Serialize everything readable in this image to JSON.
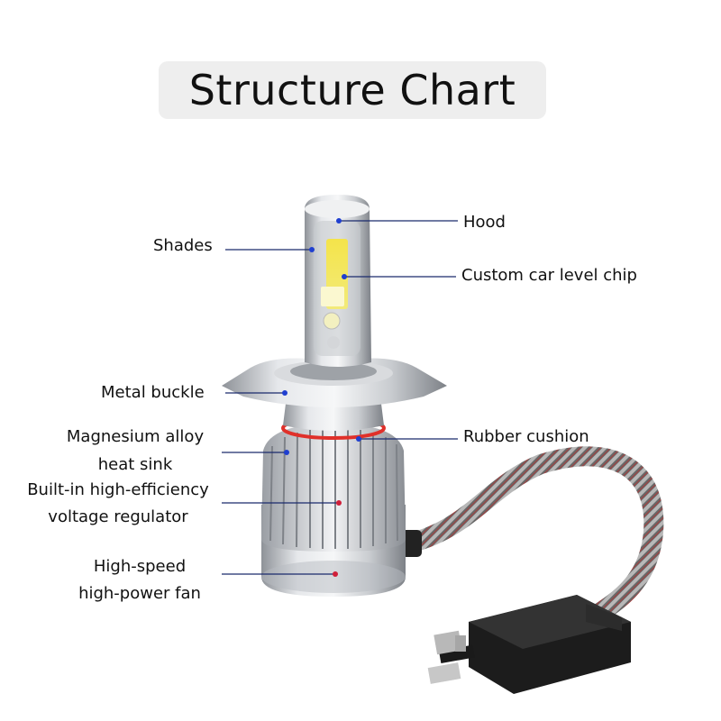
{
  "title": "Structure Chart",
  "labels": {
    "hood": "Hood",
    "shades": "Shades",
    "chip": "Custom car level chip",
    "metal_buckle": "Metal buckle",
    "rubber_cushion": "Rubber cushion",
    "heat_sink_line1": "Magnesium alloy",
    "heat_sink_line2": "heat sink",
    "regulator_line1": "Built-in high-efficiency",
    "regulator_line2": "voltage regulator",
    "fan_line1": "High-speed",
    "fan_line2": "high-power fan"
  },
  "colors": {
    "leader_line": "#1a2a6c",
    "marker_blue": "#1f3fd0",
    "marker_red": "#d01f3a",
    "rubber_ring": "#e0302a"
  }
}
